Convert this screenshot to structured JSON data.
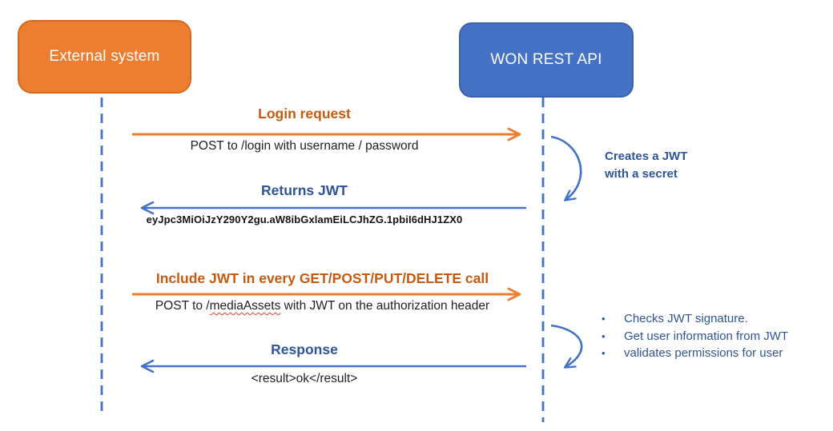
{
  "actors": [
    {
      "label": "External system"
    },
    {
      "label": "WON REST API"
    }
  ],
  "messages": [
    {
      "title": "Login request",
      "subtitle": "POST to /login with username / password",
      "direction": "right"
    },
    {
      "title": "Returns JWT",
      "subtitle": "eyJpc3MiOiJzY290Y2gu.aW8ibGxlamEiLCJhZG.1pbiI6dHJ1ZX0",
      "direction": "left"
    },
    {
      "title": "Include JWT in every GET/POST/PUT/DELETE call",
      "subtitle_parts": [
        "POST to /",
        "mediaAssets",
        " with JWT on the authorization header"
      ],
      "direction": "right"
    },
    {
      "title": "Response",
      "subtitle": "<result>ok</result>",
      "direction": "left"
    }
  ],
  "annotations": [
    {
      "lines": [
        "Creates a JWT",
        "with a secret"
      ]
    },
    {
      "bullet_char": "•",
      "bullets": [
        "Checks JWT signature.",
        "Get user information from JWT",
        "validates permissions for user"
      ]
    }
  ],
  "colors": {
    "orange": "#ED7D31",
    "orange_text": "#C55A11",
    "blue": "#4472C4",
    "blue_text": "#2E5597",
    "body_text": "#1f1f1f",
    "spellcheck_red": "#E0412F"
  }
}
